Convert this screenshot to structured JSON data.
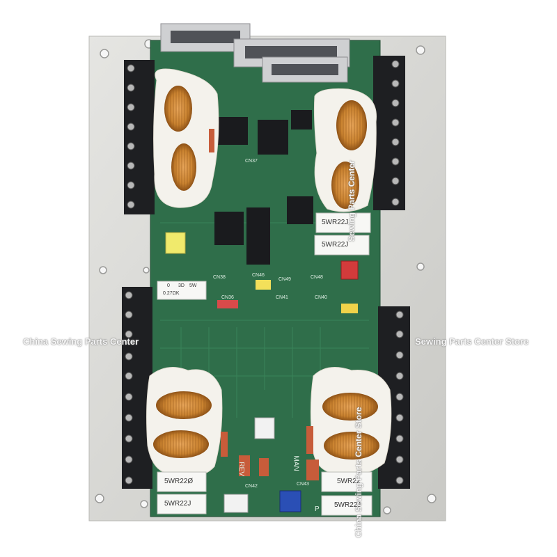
{
  "watermark": {
    "left": "China Sewing Parts Center",
    "right": "Sewing Parts Center Store",
    "vertical": "China Sewing Parts Center Store",
    "vertical_short": "Sewing Parts Center"
  },
  "board": {
    "resistor_labels": [
      "5WR22J",
      "5WR22J",
      "5WR22Ø",
      "5WR22J",
      "5WR22",
      "5WR22J"
    ],
    "resistor_small": [
      "5W",
      "0.27ΩK",
      "3D",
      "0"
    ],
    "connectors": [
      "CN37",
      "CN46",
      "CN48",
      "CN49",
      "CN41",
      "CN40",
      "CN36",
      "CN42",
      "CN43",
      "CN38"
    ],
    "silkscreen": [
      "REV",
      "MAN",
      "P"
    ]
  },
  "colors": {
    "pcb_green": "#2f6e4a",
    "heatsink": "#d9d9d6",
    "copper_coil": "#c9822f",
    "screw_terminal": "#1e1f22",
    "sealant": "#f4f2ec"
  }
}
